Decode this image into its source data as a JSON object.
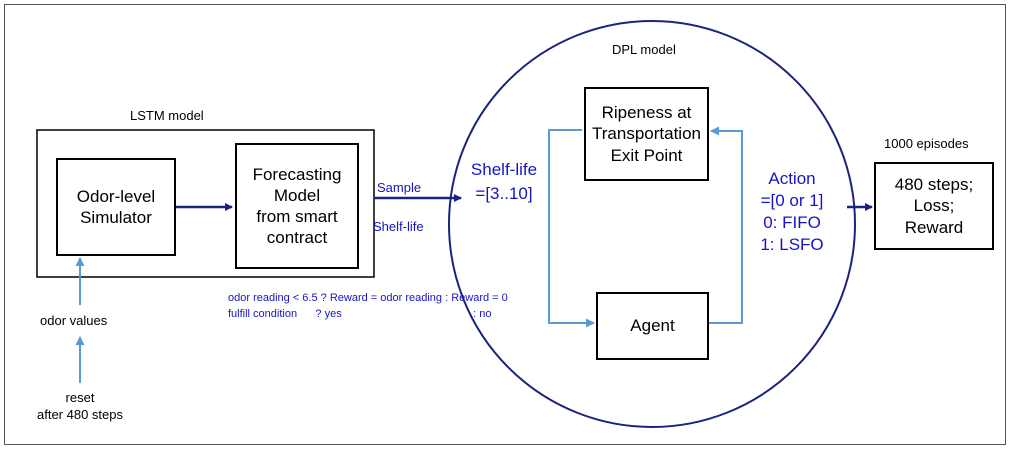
{
  "lstm": {
    "title": "LSTM model"
  },
  "dpl": {
    "title": "DPL model"
  },
  "boxes": {
    "simulator": "Odor-level\nSimulator",
    "forecasting": "Forecasting\nModel\nfrom smart\ncontract",
    "ripeness": "Ripeness at\nTransportation\nExit Point",
    "agent": "Agent",
    "results": "480 steps;\nLoss;\nReward"
  },
  "labels": {
    "sample": "Sample",
    "shelf_life_small": "Shelf-life",
    "shelf_life_big": "Shelf-life\n=[3..10]",
    "action": "Action\n=[0 or 1]\n0: FIFO\n1: LSFO",
    "episodes": "1000 episodes",
    "odor_values": "odor values",
    "reset": "reset\nafter 480  steps",
    "condition_line1": "odor reading < 6.5 ? Reward = odor reading : Reward = 0",
    "condition_line2": "fulfill condition      ? yes                                           : no"
  },
  "colors": {
    "accent_blue": "#1515c8",
    "arrow_dark": "#1a237e",
    "arrow_light": "#5b9bd5"
  }
}
